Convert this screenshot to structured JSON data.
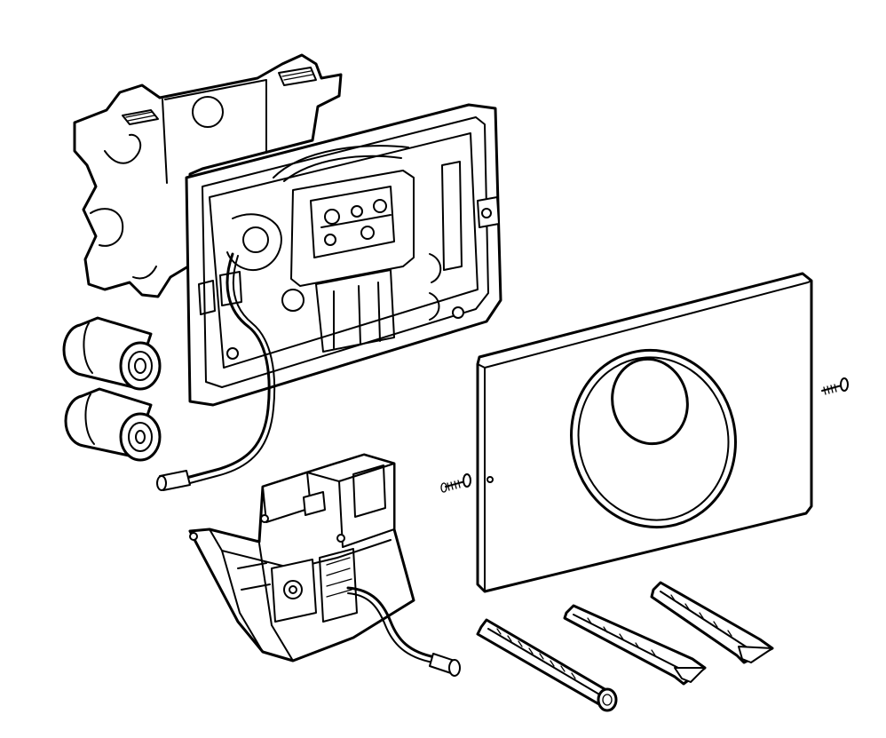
{
  "figure": {
    "kind": "exploded-assembly-drawing",
    "colors": {
      "line": "#000000",
      "background": "#ffffff",
      "shade": "#d9d9d9"
    },
    "parts": [
      "mounting-bracket",
      "mounting-frame",
      "battery-cells",
      "battery-connector-cable",
      "electronics-module",
      "cover-plate-with-sensor-ring",
      "fixing-screws",
      "spacer-bolts"
    ]
  }
}
